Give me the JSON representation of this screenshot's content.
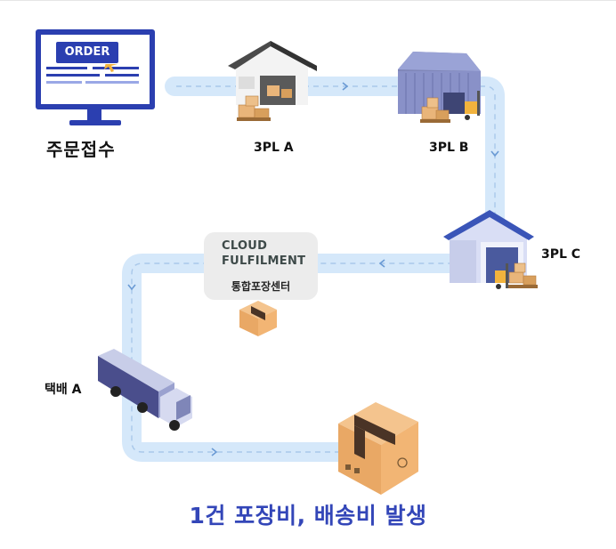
{
  "order": {
    "button": "ORDER",
    "label": "주문접수"
  },
  "nodes": {
    "a": "3PL A",
    "b": "3PL B",
    "c": "3PL C",
    "courier": "택배 A"
  },
  "center": {
    "logo_line1": "CLOUD",
    "logo_line2": "FULFILMENT",
    "name": "통합포장센터"
  },
  "headline": "1건 포장비, 배송비 발생",
  "colors": {
    "accent": "#3346b8",
    "path": "#d5e8fa",
    "logo_green": "#3fb88f"
  },
  "icons": [
    "monitor-icon",
    "warehouse-icon",
    "box-icon",
    "truck-icon",
    "forklift-icon",
    "recycle-icon"
  ]
}
